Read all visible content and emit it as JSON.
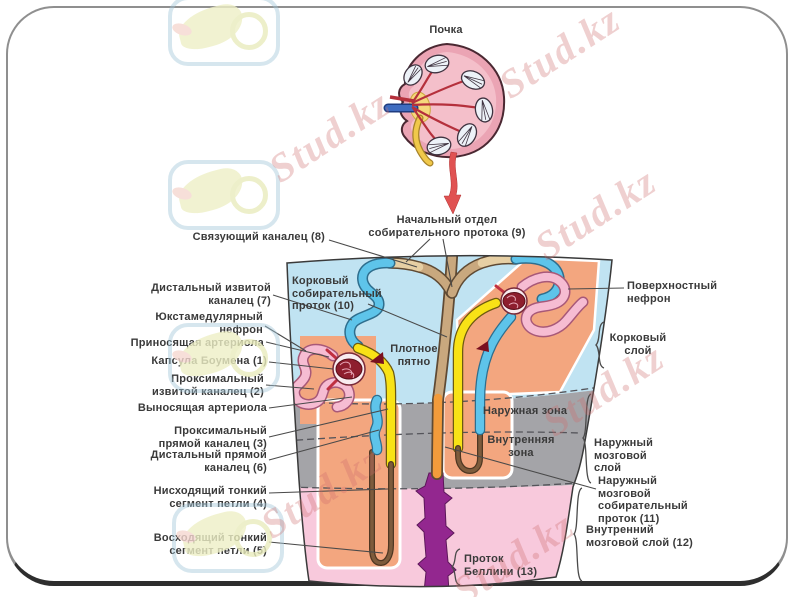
{
  "watermark": {
    "text": "Stud.kz"
  },
  "labels": {
    "kidney": "Почка",
    "initial_collecting_duct": "Начальный отдел\nсобирательного протока (9)",
    "connecting_tubule": "Связующий каналец (8)",
    "cortical_collecting_duct": "Корковый\nсобирательный\nпроток (10)",
    "distal_convoluted_tubule": "Дистальный извитой\nканалец (7)",
    "juxtamedullary_nephron": "Юкстамедулярный\nнефрон",
    "afferent_arteriole": "Приносящая артериола",
    "bowman_capsule": "Капсула Боумена (1)",
    "proximal_convoluted_tubule": "Проксимальный\nизвитой каналец (2)",
    "efferent_arteriole": "Выносящая артериола",
    "proximal_straight_tubule": "Проксимальный\nпрямой каналец (3)",
    "distal_straight_tubule": "Дистальный прямой\nканалец (6)",
    "descending_thin_segment": "Нисходящий тонкий\nсегмент петли (4)",
    "ascending_thin_segment": "Восходящий тонкий\nсегмент петли (5)",
    "macula_densa": "Плотное\nпятно",
    "superficial_nephron": "Поверхностный\nнефрон",
    "cortical_layer": "Корковый\nслой",
    "outer_zone": "Наружная зона",
    "inner_zone": "Внутренняя\nзона",
    "outer_medullary_layer": "Наружный\nмозговой\nслой",
    "outer_medullary_collecting_duct": "Наружный\nмозговой\nсобирательный\nпроток (11)",
    "inner_medullary_layer": "Внутренний\nмозговой слой (12)",
    "bellini_duct": "Проток\nБеллини (13)"
  },
  "colors": {
    "cortex": "#c0e3f2",
    "outer_medulla": "#a4a4a8",
    "inner_medulla": "#f8c9dc",
    "nephron_region": "#f3a67f",
    "collecting_duct_cortical": "#c9a87e",
    "collecting_duct_medullary": "#f29b3b",
    "bellini_duct": "#93278f",
    "distal_tubule": "#5ec4ea",
    "proximal_straight_tubule": "#f8e216",
    "proximal_convoluted_tubule": "#f6bcd2",
    "glomerulus": "#8e1e2e",
    "arrow": "#e05252",
    "label_text": "#3a3a3a"
  }
}
